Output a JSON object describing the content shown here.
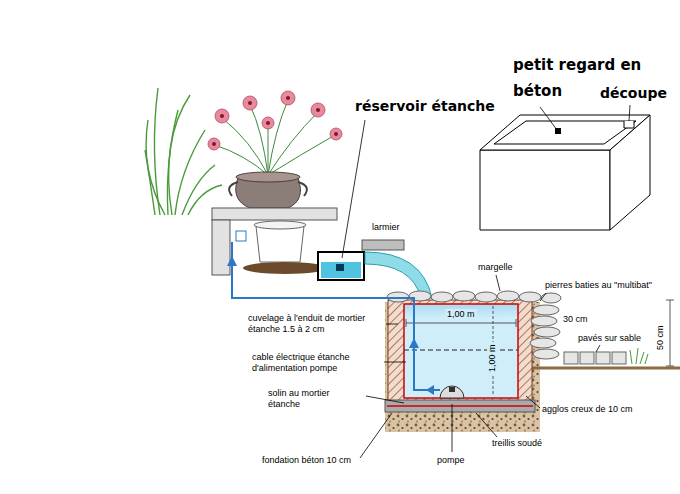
{
  "diagram": {
    "labels": [
      "petit regard en béton",
      "découpe",
      "réservoir étanche",
      "larmier",
      "margelle",
      "1,00 m",
      "pierres baties au \"multibat\"",
      "30 cm",
      "50 cm",
      "pavés sur sable",
      "1,00 m",
      "cuvelage à l'enduit de mortier étanche 1.5 à 2 cm",
      "cable électrique étanche d'alimentation pompe",
      "solin au mortier étanche",
      "agglos creux de 10 cm",
      "treillis soudé",
      "fondation béton 10 cm",
      "pompe"
    ]
  }
}
